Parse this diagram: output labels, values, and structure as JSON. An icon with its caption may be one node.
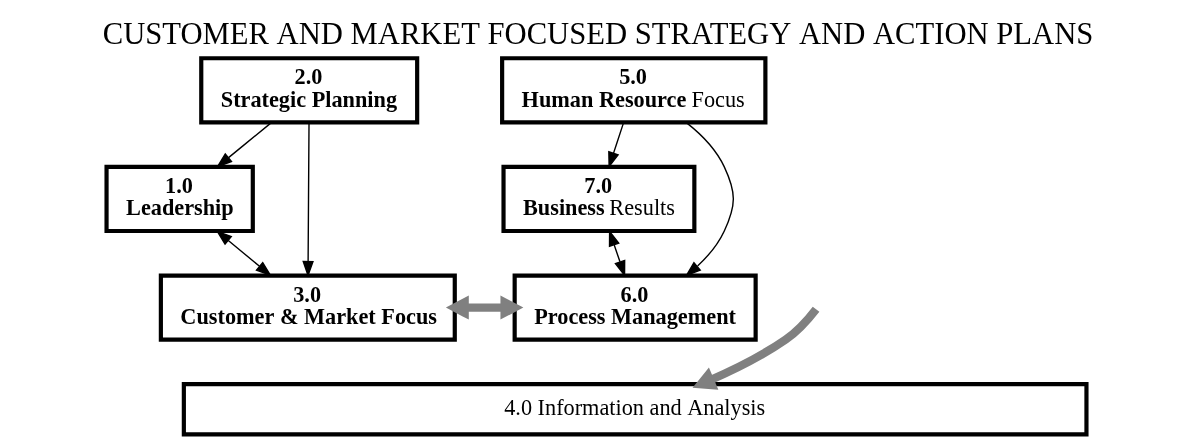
{
  "diagram": {
    "title": "CUSTOMER AND MARKET FOCUSED STRATEGY AND ACTION PLANS",
    "nodes": [
      {
        "text": [
          "**2.0**",
          "**Strategic Planning**"
        ]
      },
      {
        "text": [
          "**1.0**",
          "**Leadership**"
        ]
      },
      {
        "text": [
          "**3.0**",
          "**Customer & Market Focus**"
        ]
      },
      {
        "text": [
          "**5.0**",
          "**Human Resource** Focus"
        ]
      },
      {
        "text": [
          "**7.0**",
          "**Business** Results"
        ]
      },
      {
        "text": [
          "**6.0**",
          "**Process Management**"
        ]
      },
      {
        "text": [
          "4.0 Information and Analysis"
        ]
      }
    ],
    "edges": [
      {
        "from": 0,
        "to": 1,
        "arrow": "to"
      },
      {
        "from": 0,
        "to": 2,
        "arrow": "to"
      },
      {
        "from": 1,
        "to": 2,
        "arrow": "both"
      },
      {
        "from": 3,
        "to": 4,
        "arrow": "to"
      },
      {
        "from": 3,
        "to": 5,
        "arrow": "to"
      },
      {
        "from": 5,
        "to": 4,
        "arrow": "both"
      },
      {
        "from": 2,
        "to": 5,
        "arrow": "both",
        "style": "thick",
        "color": "#808080"
      },
      {
        "from": null,
        "to": 6,
        "arrow": "to",
        "style": "thick",
        "color": "#808080"
      }
    ]
  }
}
